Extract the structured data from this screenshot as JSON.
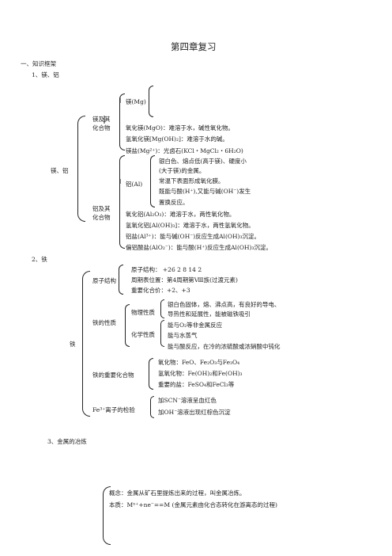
{
  "title": "第四章复习",
  "section1": "一、知识框架",
  "sub1": "1、镁、铝",
  "mgal": {
    "root": "镁、铝",
    "mg_group": [
      "镁及其",
      "化合物"
    ],
    "mg": "镁(Mg)",
    "mgo": "氧化镁(MgO)：难溶于水，碱性氧化物。",
    "mgoh": "氢氧化镁[Mg(OH)₂]：难溶于水的碱。",
    "mgsalt": "镁盐(Mg²⁺)：光卤石(KCl・MgCl₂・6H₂O)",
    "al_group": [
      "铝及其",
      "化合物"
    ],
    "al": "铝(Al)",
    "al_props": [
      "银白色、熔点低(高于镁)、硬度小",
      "(大于镁)的金属。",
      "常温下表面形成氧化膜。",
      "既能与酸(H⁺),又能与碱(OH⁻)发生",
      "置换反应。"
    ],
    "al2o3": "氧化铝(Al₂O₃)：难溶于水，两性氧化物。",
    "aloh": "氢氧化铝[Al(OH)₃]：难溶于水，两性氢氧化物。",
    "alsalt": "铝盐(Al³⁺)：能与碱(OH⁻)反应生成Al(OH)₃沉淀。",
    "alo2": "偏铝酸盐(AlO₂⁻)：能与酸(H⁺)反应生成Al(OH)₃沉淀。"
  },
  "sub2": "2、铁",
  "fe": {
    "root": "铁",
    "atom": "原子结构",
    "atom_items": [
      "原子结构：    +26 2 8 14 2",
      "周期表位置：第4周期第Ⅷ族(过渡元素)",
      "重要化合价：+2、+3"
    ],
    "props": "铁的性质",
    "phys": "物理性质",
    "phys_items": [
      "银白色固体，熔、沸点高，有良好的导电、",
      "导热性和延展性，能被磁铁吸引"
    ],
    "chem": "化学性质",
    "chem_items": [
      "能与O₂等非金属反应",
      "能与水蒸气",
      "能与酸反应，在冷的浓硫酸或浓硝酸中钝化"
    ],
    "compounds": "铁的重要化合物",
    "compound_items": [
      "氧化物：FeO、Fe₂O₃与Fe₃O₄",
      "氢氧化物：Fe(OH)₂和Fe(OH)₃",
      "重要的盐：FeSO₄和FeCl₃等"
    ],
    "test": "Fe³⁺离子的检验",
    "test_items": [
      "加SCN⁻溶液呈血红色",
      "加OH⁻溶液出现红棕色沉淀"
    ]
  },
  "sub3": "3、金属的冶炼",
  "smelt": {
    "concept": "概念：金属从矿石里提炼出来的过程，叫金属冶炼。",
    "essence": "本质：Mⁿ⁺+ne⁻==M (金属元素由化合态转化在游离态的过程)"
  }
}
